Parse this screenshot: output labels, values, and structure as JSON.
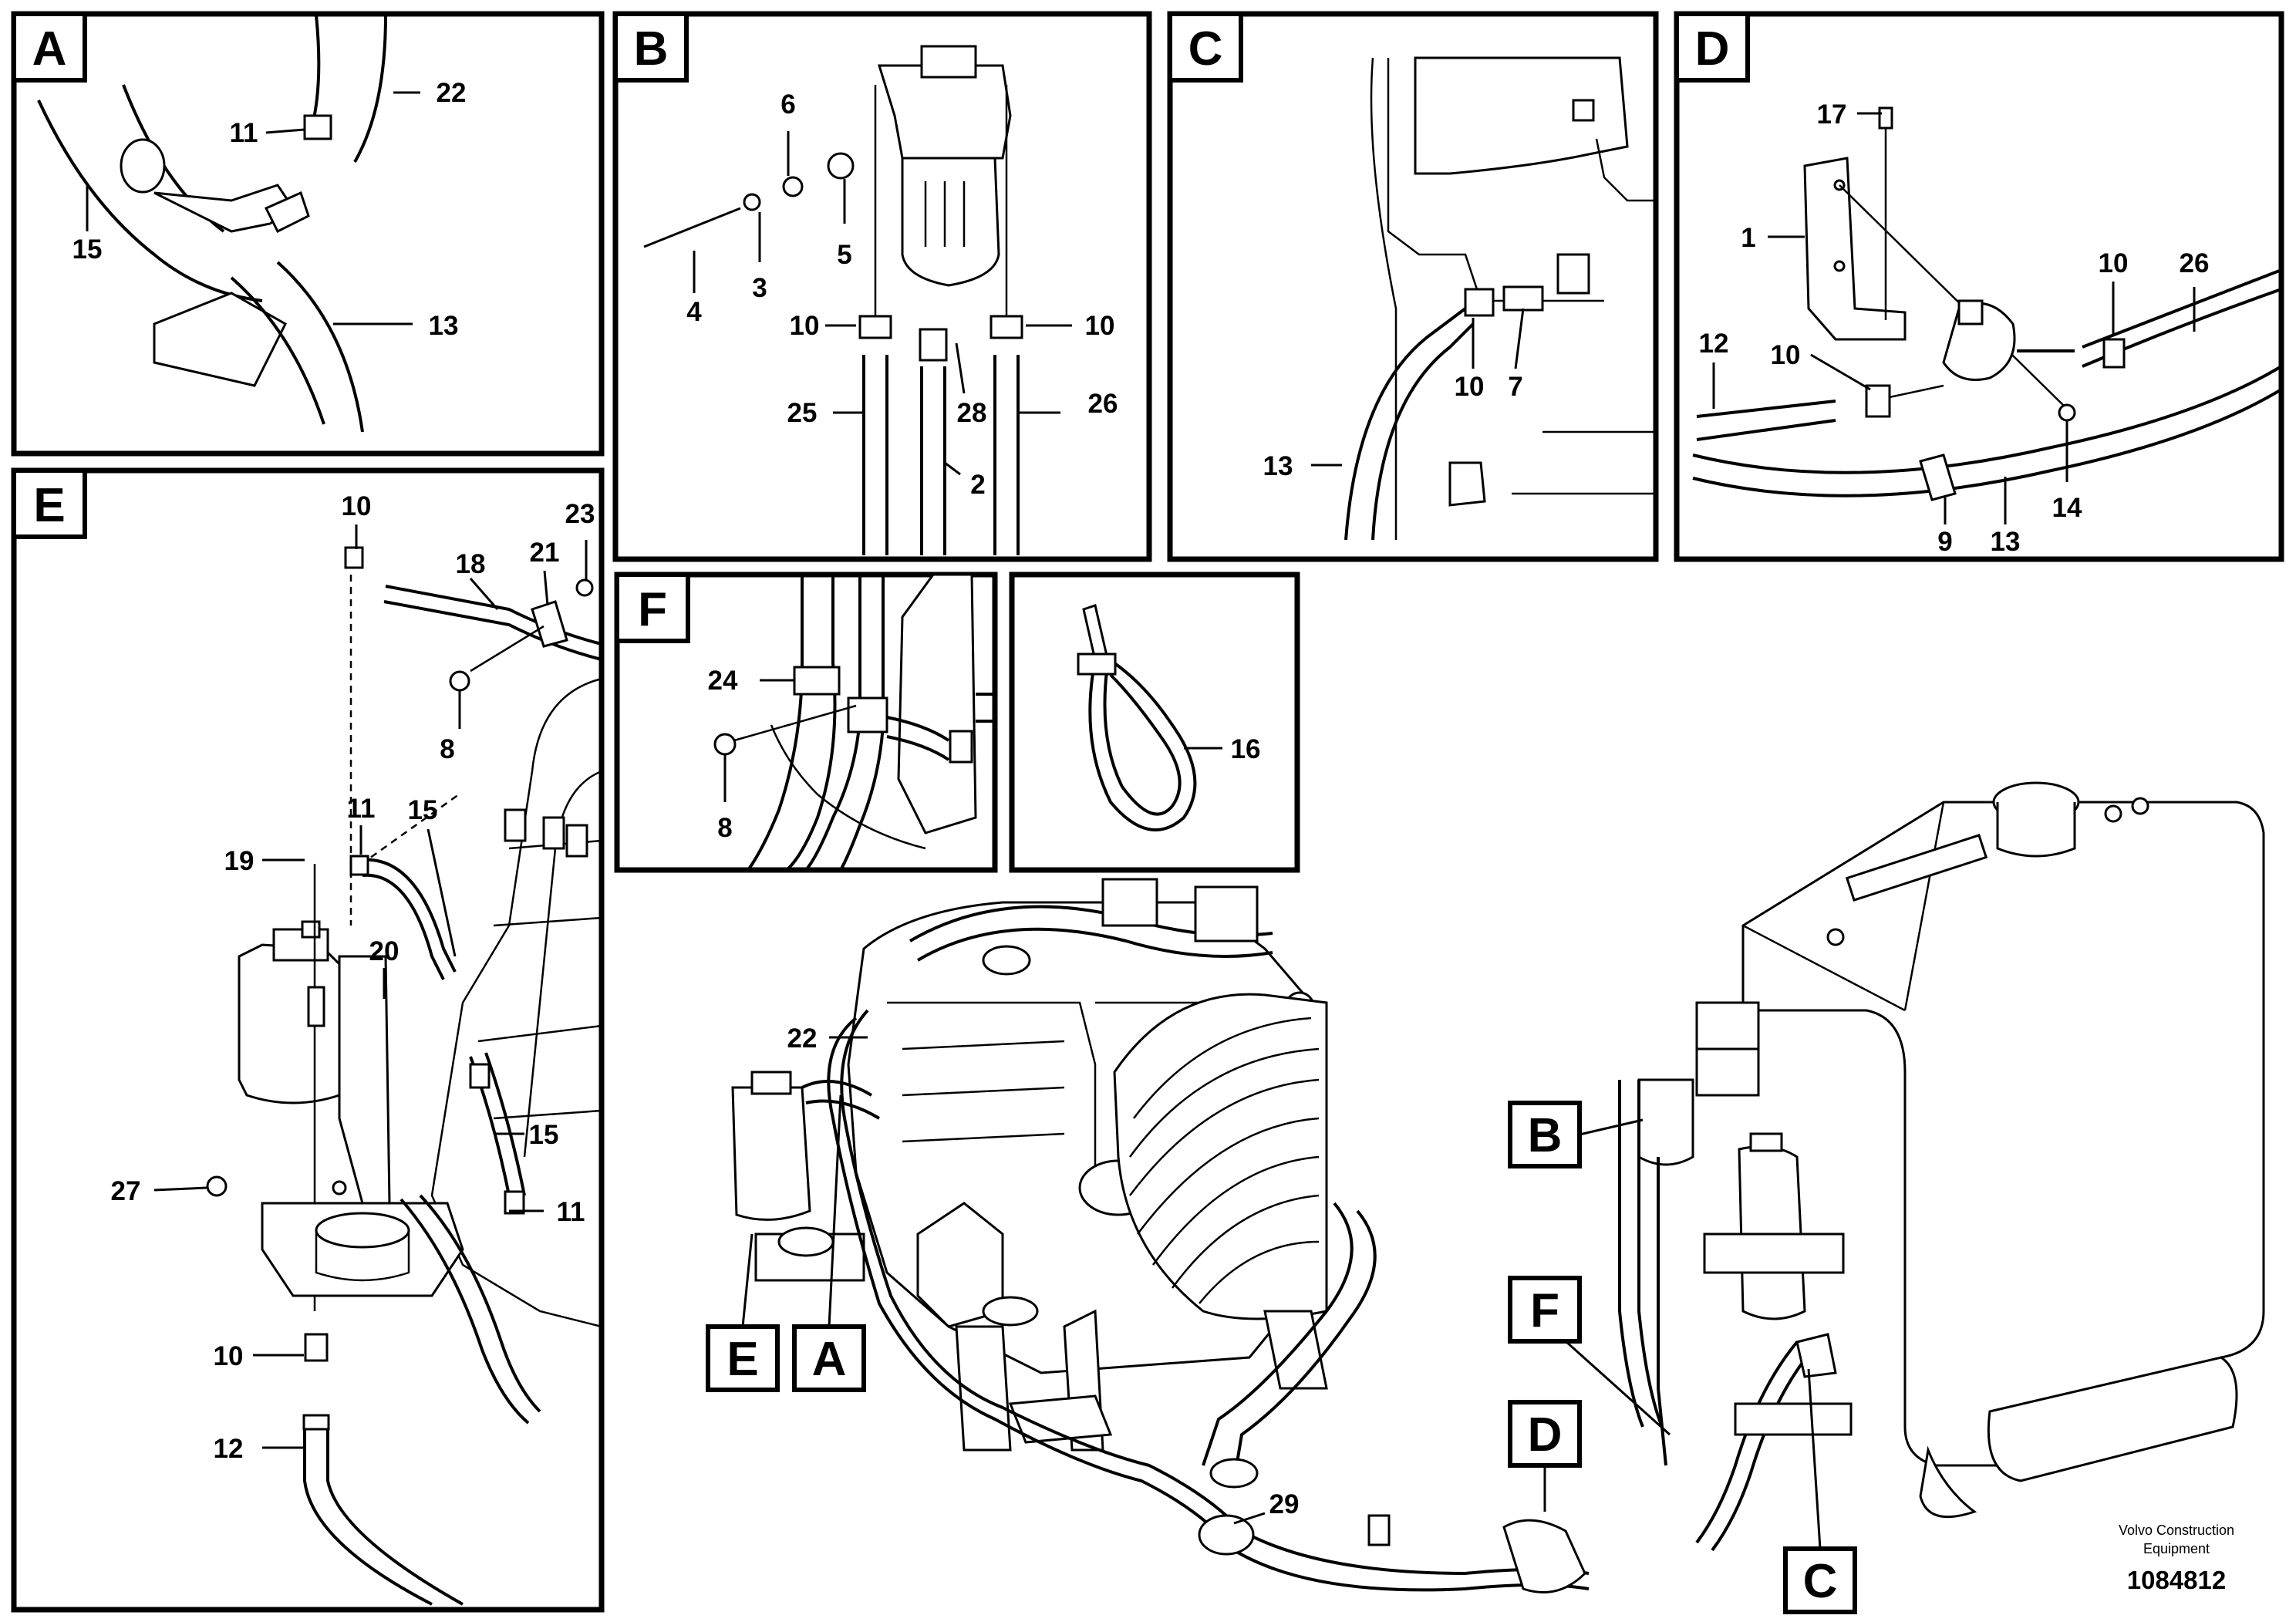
{
  "panels": {
    "A": {
      "label": "A",
      "callouts": [
        "11",
        "22",
        "15",
        "13"
      ]
    },
    "B": {
      "label": "B",
      "callouts": [
        "6",
        "5",
        "3",
        "4",
        "10",
        "10",
        "25",
        "28",
        "26",
        "2"
      ]
    },
    "C": {
      "label": "C",
      "callouts": [
        "10",
        "7",
        "13"
      ]
    },
    "D": {
      "label": "D",
      "callouts": [
        "17",
        "1",
        "10",
        "26",
        "12",
        "10",
        "14",
        "9",
        "13"
      ]
    },
    "E": {
      "label": "E",
      "callouts": [
        "10",
        "23",
        "18",
        "21",
        "8",
        "11",
        "15",
        "19",
        "20",
        "15",
        "27",
        "11",
        "10",
        "12"
      ]
    },
    "F": {
      "label": "F",
      "callouts": [
        "24",
        "8"
      ]
    },
    "tie": {
      "callouts": [
        "16"
      ]
    }
  },
  "main": {
    "refs": [
      "B",
      "F",
      "D",
      "C",
      "E",
      "A"
    ],
    "callouts": [
      "22",
      "29"
    ]
  },
  "credit": {
    "line1": "Volvo Construction",
    "line2": "Equipment"
  },
  "doc_number": "1084812"
}
